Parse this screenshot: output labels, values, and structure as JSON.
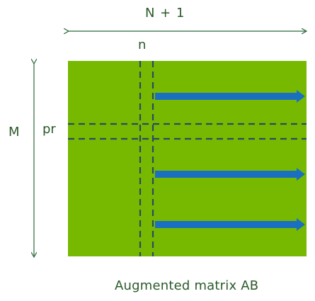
{
  "labels": {
    "columns": "N + 1",
    "pivot_col": "n",
    "rows": "M",
    "pivot_row": "pr",
    "caption": "Augmented matrix AB"
  },
  "colors": {
    "matrix_fill": "#76b900",
    "dashed_line": "#2a4a66",
    "arrow": "#1a6fc0",
    "dimension_arrow": "#2a6a3a",
    "text": "#2a5a2a"
  },
  "row_arrows": [
    "row-arrow-top",
    "row-arrow-middle",
    "row-arrow-bottom"
  ]
}
